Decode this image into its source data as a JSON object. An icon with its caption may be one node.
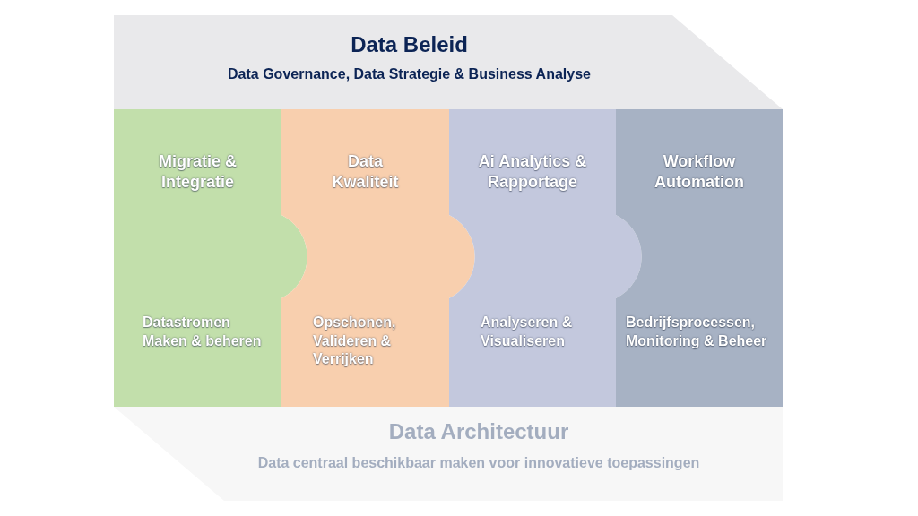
{
  "diagram": {
    "nodes": [
      {
        "text": [
          "Data Beleid",
          "Data Governance, Data Strategie & Business Analyse"
        ]
      },
      {
        "text": [
          "Migratie & Integratie",
          "Datastromen Maken & beheren"
        ]
      },
      {
        "text": [
          "Data Kwaliteit",
          "Opschonen, Valideren & Verrijken"
        ]
      },
      {
        "text": [
          "Ai Analytics & Rapportage",
          "Analyseren & Visualiseren"
        ]
      },
      {
        "text": [
          "Workflow Automation",
          "Bedrijfsprocessen, Monitoring & Beheer"
        ]
      },
      {
        "text": [
          "Data Architectuur",
          "Data centraal beschikbaar maken voor innovatieve toepassingen"
        ]
      }
    ]
  }
}
